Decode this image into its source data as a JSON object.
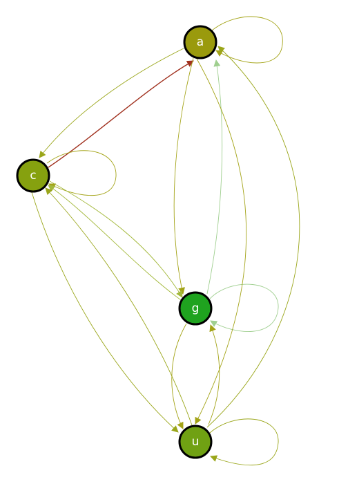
{
  "nodes": [
    {
      "id": "a",
      "label": "a",
      "color": "#9a9a0d"
    },
    {
      "id": "c",
      "label": "c",
      "color": "#86a10f"
    },
    {
      "id": "g",
      "label": "g",
      "color": "#1fa31f"
    },
    {
      "id": "u",
      "label": "u",
      "color": "#70a113"
    }
  ],
  "edges": [
    {
      "from": "c",
      "to": "a",
      "color": "#a0301e"
    },
    {
      "from": "a",
      "to": "c",
      "color": "#9aa61a"
    },
    {
      "from": "a",
      "to": "a",
      "color": "#a3a316"
    },
    {
      "from": "c",
      "to": "c",
      "color": "#a3a316"
    },
    {
      "from": "g",
      "to": "g",
      "color": "#9fcf8f"
    },
    {
      "from": "u",
      "to": "u",
      "color": "#9aa61a"
    },
    {
      "from": "a",
      "to": "g",
      "color": "#a3a316"
    },
    {
      "from": "g",
      "to": "a",
      "color": "#9fcf8f"
    },
    {
      "from": "a",
      "to": "u",
      "color": "#a3a316"
    },
    {
      "from": "u",
      "to": "a",
      "color": "#9aa61a"
    },
    {
      "from": "c",
      "to": "g",
      "color": "#a3b83a"
    },
    {
      "from": "g",
      "to": "c",
      "color": "#a3b83a"
    },
    {
      "from": "c",
      "to": "u",
      "color": "#9aa61a"
    },
    {
      "from": "u",
      "to": "c",
      "color": "#9aa61a"
    },
    {
      "from": "g",
      "to": "u",
      "color": "#a3a316"
    },
    {
      "from": "u",
      "to": "g",
      "color": "#a3a316"
    }
  ],
  "node_stroke_color": "#000000",
  "label_color": "#ffffff"
}
